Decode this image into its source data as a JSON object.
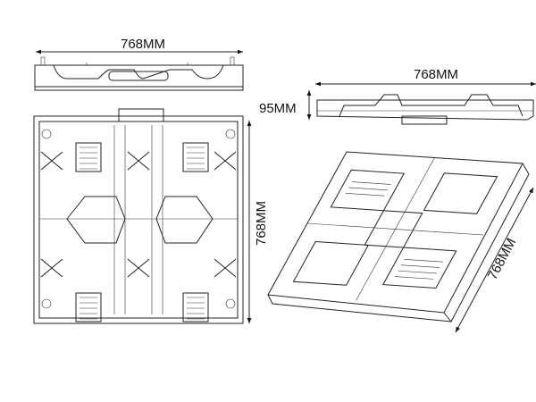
{
  "dimensions": {
    "front_width": "768MM",
    "front_height": "768MM",
    "side_width": "768MM",
    "side_depth": "95MM",
    "iso_edge": "768MM"
  },
  "colors": {
    "line": "#222222",
    "background": "#ffffff"
  }
}
